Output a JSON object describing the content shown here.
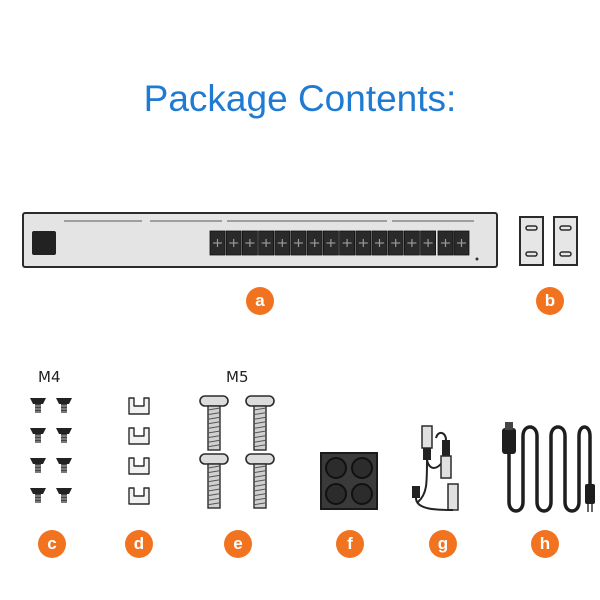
{
  "title": "Package Contents:",
  "items": [
    {
      "letter": "a"
    },
    {
      "letter": "b"
    },
    {
      "letter": "c",
      "size_label": "M4"
    },
    {
      "letter": "d"
    },
    {
      "letter": "e",
      "size_label": "M5"
    },
    {
      "letter": "f"
    },
    {
      "letter": "g"
    },
    {
      "letter": "h"
    }
  ],
  "colors": {
    "title": "#1f7bd2",
    "badge": "#f2731f",
    "outline": "#2b2b2b"
  }
}
